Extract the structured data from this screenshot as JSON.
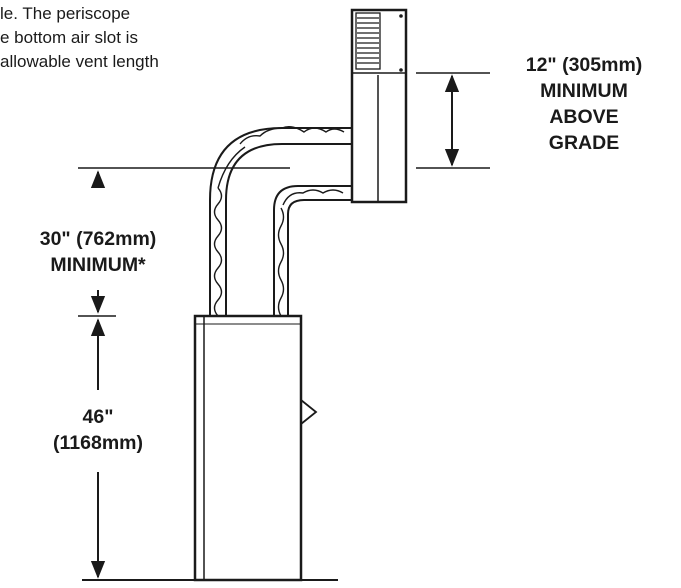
{
  "note_lines": [
    "le. The periscope",
    "e bottom air slot is",
    "allowable vent length"
  ],
  "labels": {
    "above_grade": [
      "12\" (305mm)",
      "MINIMUM",
      "ABOVE",
      "GRADE"
    ],
    "vent_height": [
      "30\" (762mm)",
      "MINIMUM*"
    ],
    "unit_height": [
      "46\"",
      "(1168mm)"
    ]
  },
  "colors": {
    "line": "#1a1a1a",
    "background": "#ffffff"
  }
}
